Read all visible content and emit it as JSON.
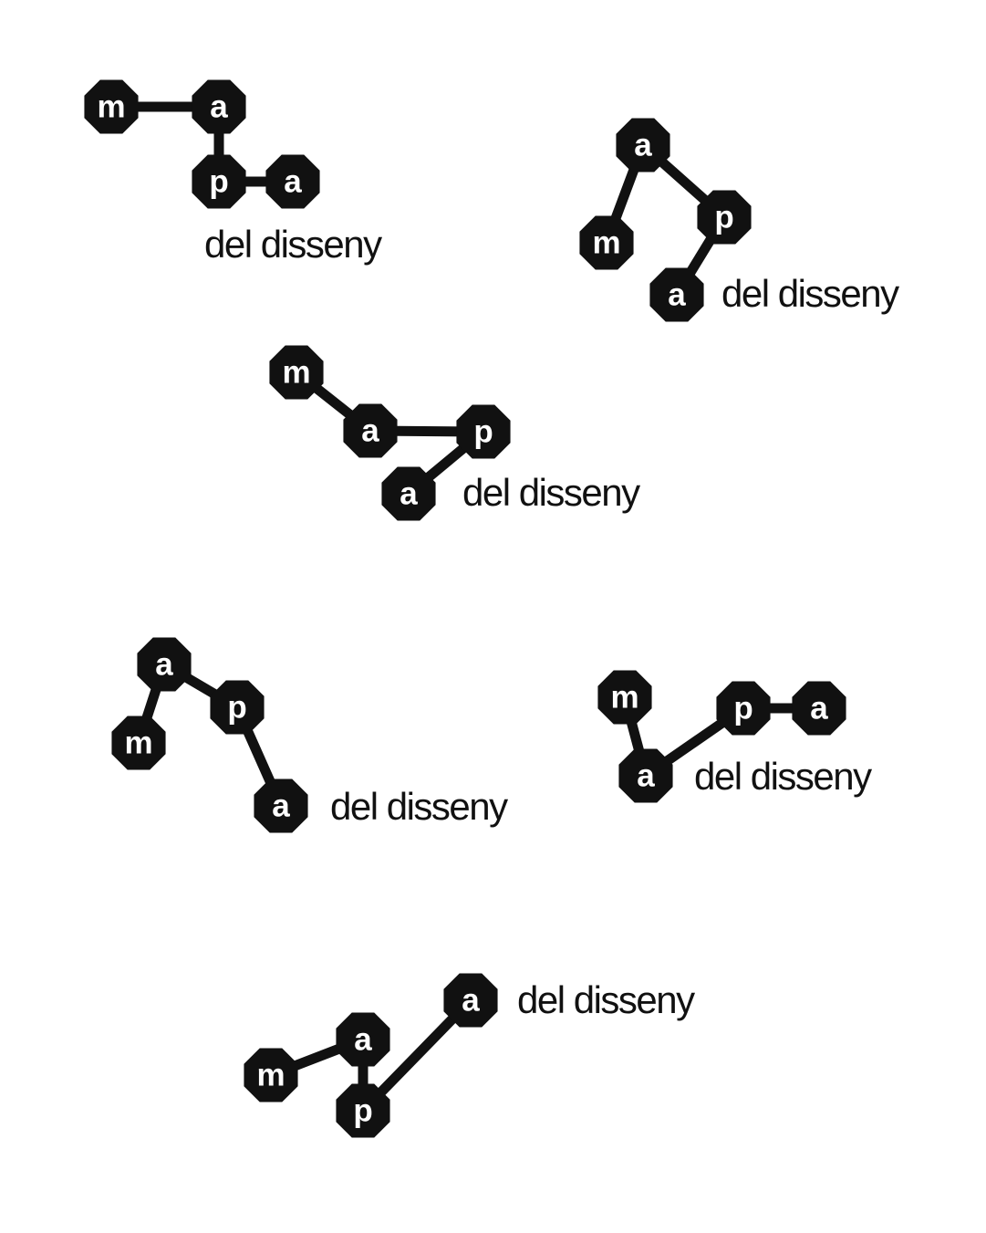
{
  "colors": {
    "ink": "#111111",
    "paper": "#ffffff",
    "letter": "#ffffff"
  },
  "logos": [
    {
      "tagline": "del disseny",
      "nodes": [
        {
          "letter": "m"
        },
        {
          "letter": "a"
        },
        {
          "letter": "p"
        },
        {
          "letter": "a"
        }
      ]
    },
    {
      "tagline": "del disseny",
      "nodes": [
        {
          "letter": "a"
        },
        {
          "letter": "m"
        },
        {
          "letter": "p"
        },
        {
          "letter": "a"
        }
      ]
    },
    {
      "tagline": "del disseny",
      "nodes": [
        {
          "letter": "m"
        },
        {
          "letter": "a"
        },
        {
          "letter": "p"
        },
        {
          "letter": "a"
        }
      ]
    },
    {
      "tagline": "del disseny",
      "nodes": [
        {
          "letter": "a"
        },
        {
          "letter": "m"
        },
        {
          "letter": "p"
        },
        {
          "letter": "a"
        }
      ]
    },
    {
      "tagline": "del disseny",
      "nodes": [
        {
          "letter": "m"
        },
        {
          "letter": "a"
        },
        {
          "letter": "p"
        },
        {
          "letter": "a"
        }
      ]
    },
    {
      "tagline": "del disseny",
      "nodes": [
        {
          "letter": "a"
        },
        {
          "letter": "m"
        },
        {
          "letter": "a"
        },
        {
          "letter": "p"
        }
      ]
    }
  ]
}
